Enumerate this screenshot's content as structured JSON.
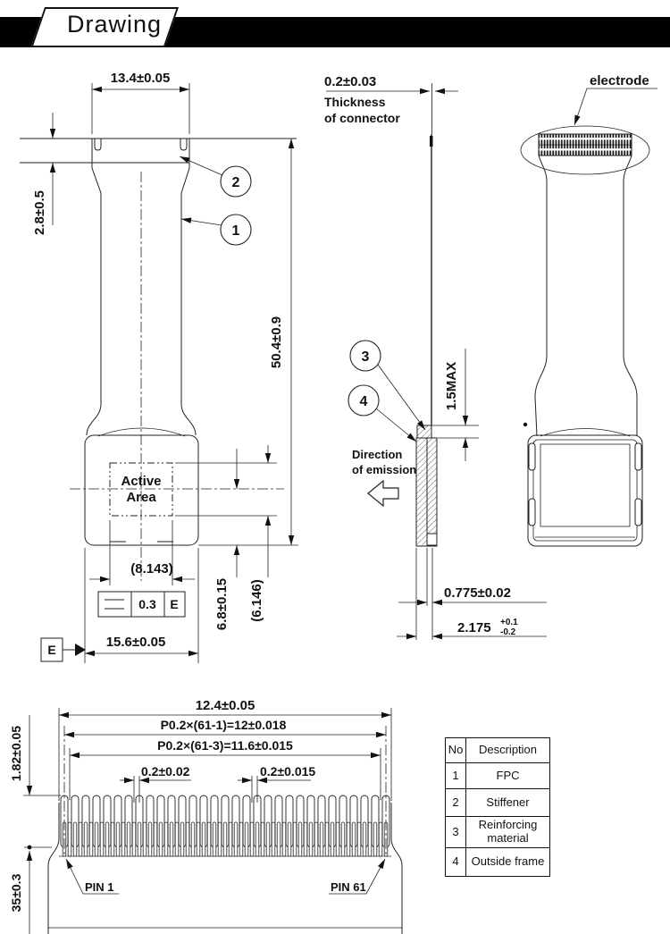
{
  "header": {
    "title": "Drawing"
  },
  "front_view": {
    "balloon_1": "1",
    "balloon_2": "2",
    "dim_connector_width": "13.4±0.05",
    "dim_connector_height": "2.8±0.5",
    "dim_overall_length": "50.4±0.9",
    "active_area_line1": "Active",
    "active_area_line2": "Area",
    "dim_active_width": "(8.143)",
    "dim_center_offset": "6.8±0.15",
    "dim_active_height": "(6.146)",
    "dim_module_width": "15.6±0.05",
    "fcf_value": "0.3",
    "fcf_datum": "E",
    "datum_flag": "E"
  },
  "side_view": {
    "dim_fpc_thickness": "0.2±0.03",
    "thickness_caption_line1": "Thickness",
    "thickness_caption_line2": "of connector",
    "balloon_3": "3",
    "balloon_4": "4",
    "dim_bend_max": "1.5MAX",
    "emission_line1": "Direction",
    "emission_line2": "of emission",
    "dim_stiffener_thickness": "0.775±0.02",
    "dim_total_thickness": "2.175",
    "dim_total_plus": "+0.1",
    "dim_total_minus": "-0.2"
  },
  "rear_view": {
    "electrode_label": "electrode"
  },
  "pin_view": {
    "dim_overall_width": "12.4±0.05",
    "dim_pitch_total": "P0.2×(61-1)=12±0.018",
    "dim_pitch_inner": "P0.2×(61-3)=11.6±0.015",
    "dim_pitch_a": "0.2±0.02",
    "dim_pitch_b": "0.2±0.015",
    "dim_tail_height": "1.82±0.05",
    "dim_fpc_length": "35±0.3",
    "pin_first_label": "PIN 1",
    "pin_last_label": "PIN 61"
  },
  "parts_table": {
    "headers": [
      "No",
      "Description"
    ],
    "rows": [
      [
        "1",
        "FPC"
      ],
      [
        "2",
        "Stiffener"
      ],
      [
        "3",
        "Reinforcing material"
      ],
      [
        "4",
        "Outside frame"
      ]
    ]
  }
}
